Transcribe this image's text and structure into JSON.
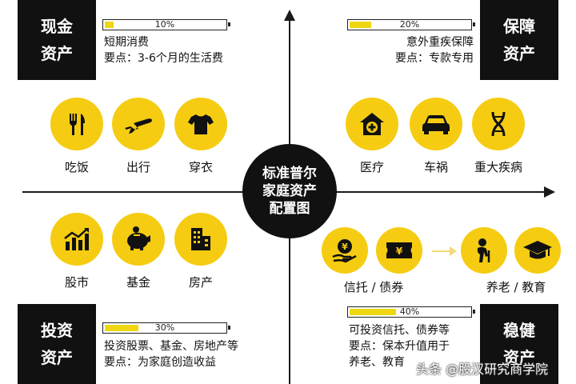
{
  "center": {
    "line1": "标准普尔",
    "line2": "家庭资产",
    "line3": "配置图"
  },
  "quadrants": {
    "cash": {
      "title": "现金\n资产",
      "percent_label": "10%",
      "percent": 0.1,
      "line1": "短期消费",
      "line2": "要点：3-6个月的生活费",
      "items": [
        {
          "label": "吃饭",
          "icon": "utensils-icon"
        },
        {
          "label": "出行",
          "icon": "airplane-icon"
        },
        {
          "label": "穿衣",
          "icon": "shirt-icon"
        }
      ]
    },
    "protection": {
      "title": "保障\n资产",
      "percent_label": "20%",
      "percent": 0.2,
      "line1": "意外重疾保障",
      "line2": "要点：专款专用",
      "items": [
        {
          "label": "医疗",
          "icon": "medical-house-icon"
        },
        {
          "label": "车祸",
          "icon": "car-icon"
        },
        {
          "label": "重大疾病",
          "icon": "dna-icon"
        }
      ]
    },
    "investment": {
      "title": "投资\n资产",
      "percent_label": "30%",
      "percent": 0.3,
      "line1": "投资股票、基金、房地产等",
      "line2": "要点：为家庭创造收益",
      "items": [
        {
          "label": "股市",
          "icon": "stock-chart-icon"
        },
        {
          "label": "基金",
          "icon": "piggy-bank-icon"
        },
        {
          "label": "房产",
          "icon": "building-icon"
        }
      ]
    },
    "stable": {
      "title": "稳健\n资产",
      "percent_label": "40%",
      "percent": 0.4,
      "line1": "可投资信托、债券等",
      "line2": "要点：保本升值用于",
      "line3": "养老、教育",
      "label_left": "信托 / 债券",
      "label_right": "养老 / 教育",
      "icons": [
        "yen-hand-icon",
        "yen-ticket-icon",
        "elderly-icon",
        "graduation-cap-icon"
      ]
    }
  },
  "watermark": "头条 @股汉研究商学院",
  "colors": {
    "accent": "#f5cc12",
    "dark": "#111111"
  }
}
